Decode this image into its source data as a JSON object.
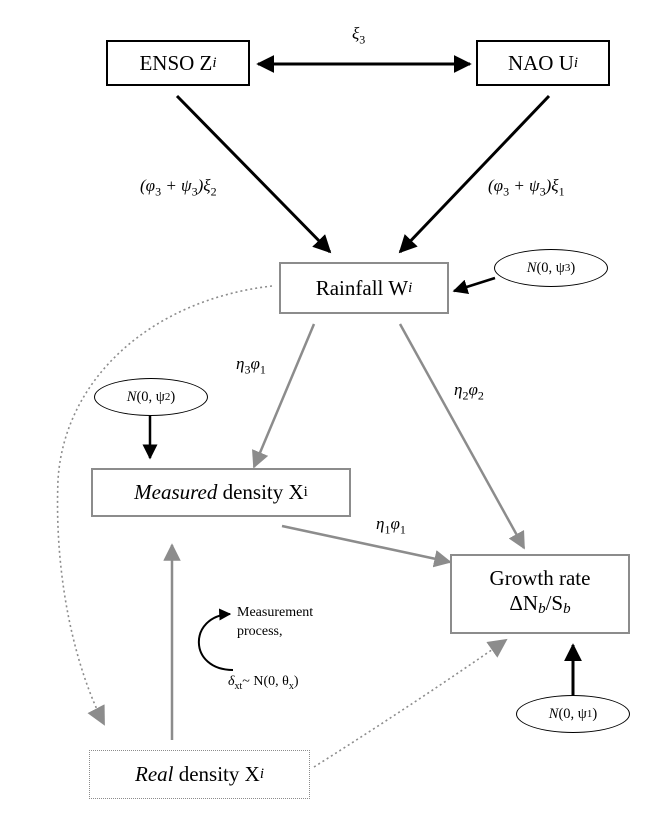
{
  "nodes": {
    "enso": {
      "text": "ENSO Z",
      "sub": "i"
    },
    "nao": {
      "text": "NAO U",
      "sub": "i"
    },
    "rainfall": {
      "text": "Rainfall W",
      "sub": "i"
    },
    "measured": {
      "italic": "Measured",
      "text": " density X",
      "sub": "i"
    },
    "growth": {
      "line1": "Growth rate",
      "line2_a": "ΔN",
      "line2_sub": "b",
      "line2_b": "/S",
      "line2_sub2": "b"
    },
    "real": {
      "italic": "Real",
      "text": " density X",
      "sub": "i"
    }
  },
  "noise": {
    "psi3": {
      "n": "N",
      "args": "(0, ψ",
      "sub": "3",
      "close": ")"
    },
    "psi2": {
      "n": "N",
      "args": "(0, ψ",
      "sub": "2",
      "close": ")"
    },
    "psi1": {
      "n": "N",
      "args": "(0, ψ",
      "sub": "1",
      "close": ")"
    }
  },
  "edge_labels": {
    "xi3": {
      "sym": "ξ",
      "sub": "3"
    },
    "enso_rain": {
      "a": "(φ",
      "a_sub": "3",
      "b": " + ψ",
      "b_sub": "3",
      "c": ")ξ",
      "c_sub": "2"
    },
    "nao_rain": {
      "a": "(φ",
      "a_sub": "3",
      "b": " + ψ",
      "b_sub": "3",
      "c": ")ξ",
      "c_sub": "1"
    },
    "rain_measured": {
      "a": "η",
      "a_sub": "3",
      "b": "φ",
      "b_sub": "1"
    },
    "rain_growth": {
      "a": "η",
      "a_sub": "2",
      "b": "φ",
      "b_sub": "2"
    },
    "measured_growth": {
      "a": "η",
      "a_sub": "1",
      "b": "φ",
      "b_sub": "1"
    }
  },
  "measurement": {
    "line1": "Measurement",
    "line2": "process,",
    "delta": "δ",
    "delta_sub": "xt",
    "tilde": "~ N(0, θ",
    "theta_sub": "x",
    "close": ")"
  },
  "colors": {
    "black": "#000000",
    "gray": "#8c8c8c"
  }
}
